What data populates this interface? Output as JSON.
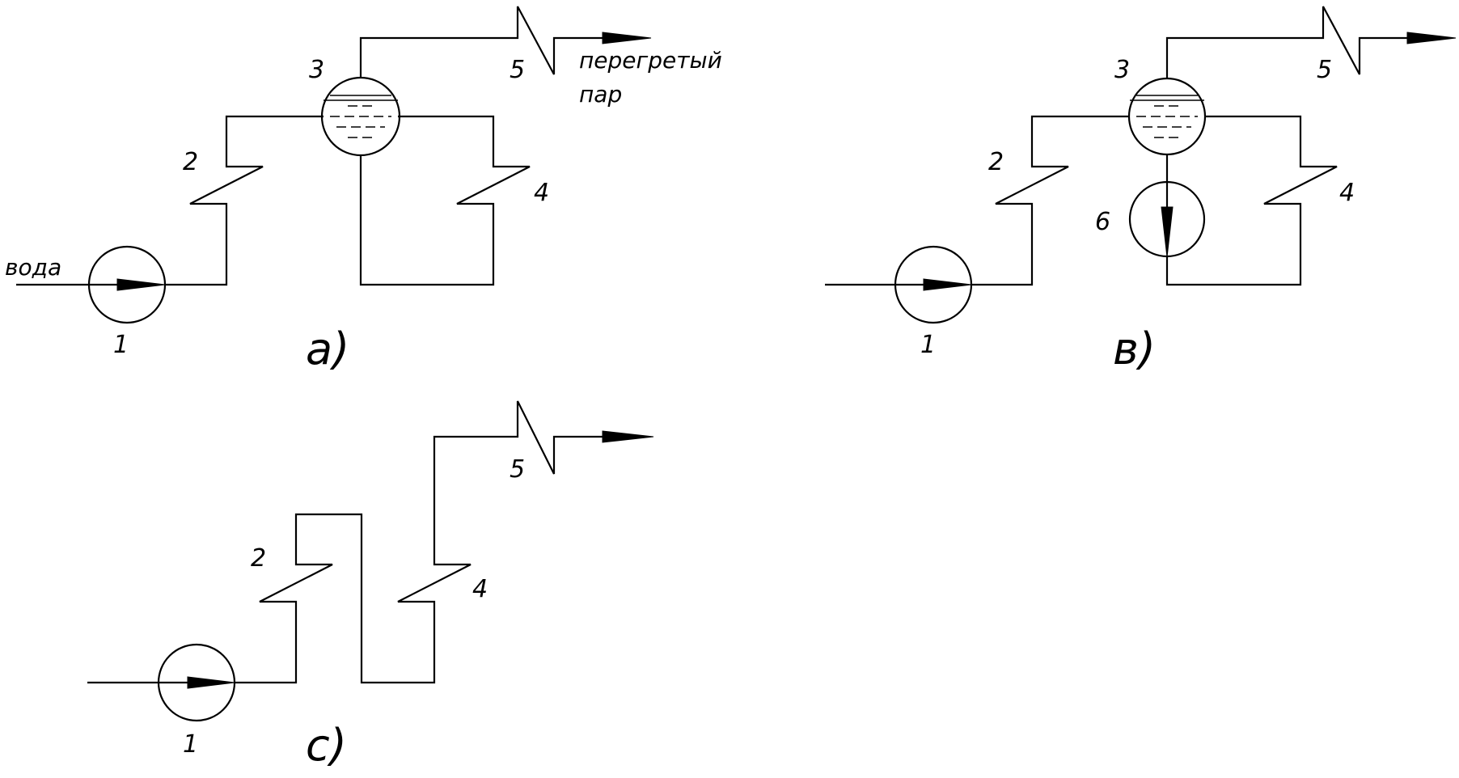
{
  "diagrams": {
    "a": {
      "letter": "а)",
      "labels": {
        "pump": "1",
        "economizer": "2",
        "drum": "3",
        "evaporator": "4",
        "superheater": "5"
      },
      "inlet": "вода",
      "outlet_line1": "перегретый",
      "outlet_line2": "пар"
    },
    "b": {
      "letter": "в)",
      "labels": {
        "pump": "1",
        "economizer": "2",
        "drum": "3",
        "evaporator": "4",
        "superheater": "5",
        "circulation_pump": "6"
      }
    },
    "c": {
      "letter": "с)",
      "labels": {
        "pump": "1",
        "economizer": "2",
        "evaporator": "4",
        "superheater": "5"
      }
    }
  }
}
